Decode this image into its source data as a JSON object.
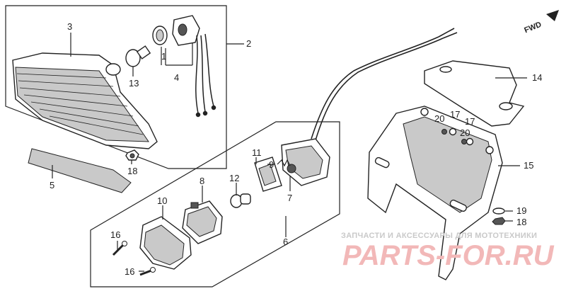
{
  "diagram": {
    "direction_label": "FWD",
    "callouts": {
      "c1": "1",
      "c2": "2",
      "c3": "3",
      "c4": "4",
      "c5": "5",
      "c6": "6",
      "c7": "7",
      "c8": "8",
      "c9": "9",
      "c10": "10",
      "c11": "11",
      "c12": "12",
      "c13": "13",
      "c14": "14",
      "c15": "15",
      "c16a": "16",
      "c16b": "16",
      "c17a": "17",
      "c17b": "17",
      "c18a": "18",
      "c18b": "18",
      "c19": "19",
      "c20a": "20",
      "c20b": "20"
    }
  },
  "watermark": {
    "tagline": "ЗАПЧАСТИ И АКСЕССУАРЫ ДЛЯ МОТОТЕХНИКИ",
    "brand": "PARTS-FOR.RU"
  }
}
